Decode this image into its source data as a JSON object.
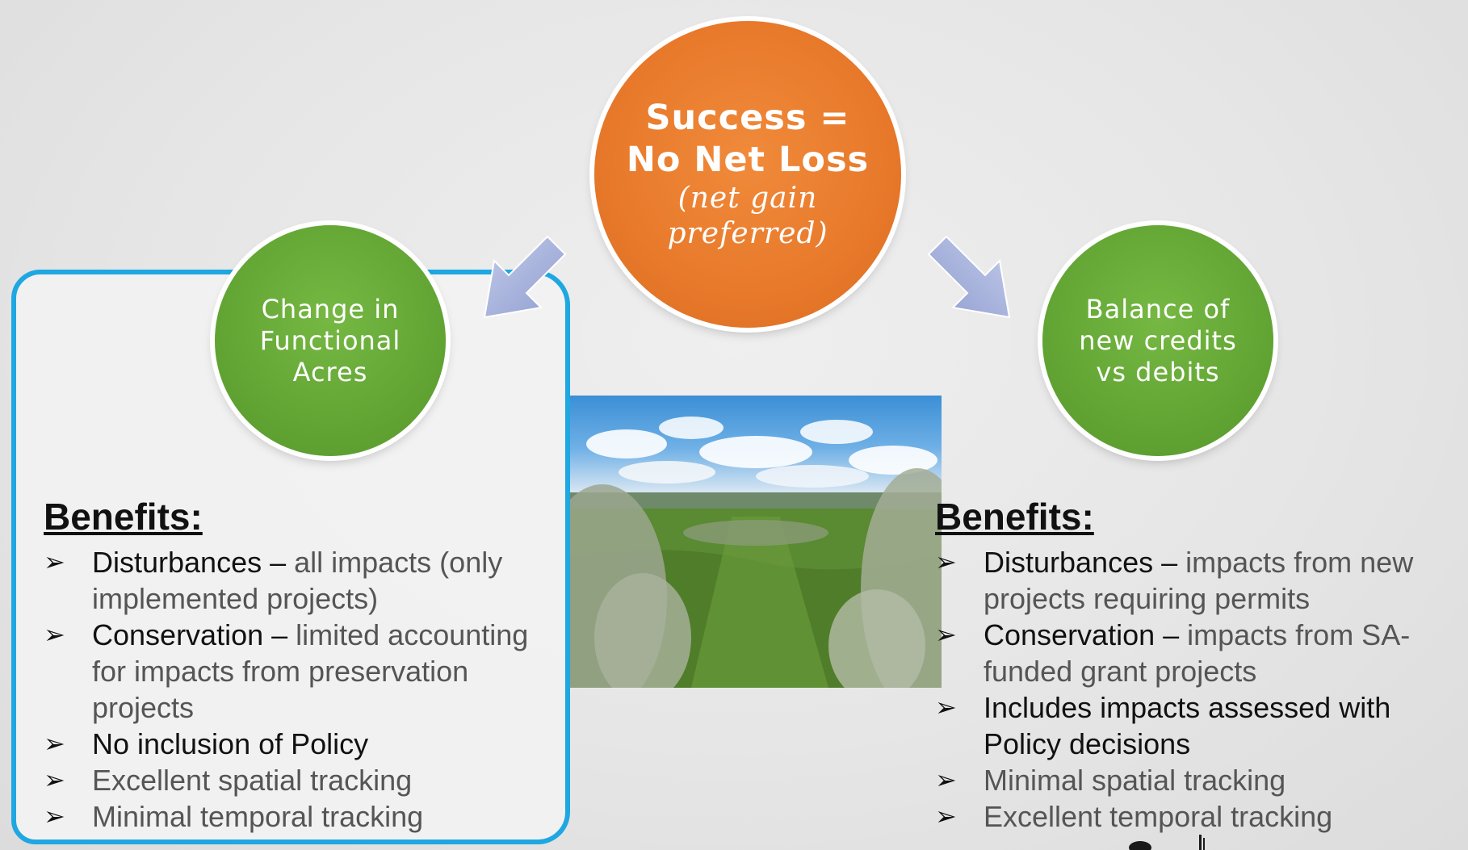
{
  "center": {
    "line1": "Success =",
    "line2": "No Net Loss",
    "line3": "(net gain",
    "line4": "preferred)",
    "color": "#e8792b"
  },
  "left_circle": {
    "line1": "Change in",
    "line2": "Functional",
    "line3": "Acres",
    "color": "#62a534"
  },
  "right_circle": {
    "line1": "Balance of",
    "line2": "new credits",
    "line3": "vs debits",
    "color": "#62a534"
  },
  "highlight_color": "#1ea7e1",
  "arrow_color": "#a8b4dd",
  "left_panel": {
    "heading": "Benefits:",
    "items": [
      {
        "lead": "Disturbances –",
        "rest": " all impacts (only implemented projects)"
      },
      {
        "lead": "Conservation –",
        "rest": " limited accounting for impacts from preservation projects"
      },
      {
        "lead": "No inclusion of Policy",
        "rest": ""
      },
      {
        "lead": "",
        "rest": "Excellent spatial tracking"
      },
      {
        "lead": "",
        "rest": "Minimal temporal tracking"
      }
    ]
  },
  "right_panel": {
    "heading": "Benefits:",
    "items": [
      {
        "lead": "Disturbances –",
        "rest": " impacts from new projects requiring permits"
      },
      {
        "lead": "Conservation –",
        "rest": " impacts from SA-funded grant projects"
      },
      {
        "lead": "Includes impacts assessed with Policy decisions",
        "rest": ""
      },
      {
        "lead": "",
        "rest": "Minimal spatial tracking"
      },
      {
        "lead": "",
        "rest": "Excellent temporal tracking"
      }
    ]
  },
  "bullet_glyph": "➢"
}
